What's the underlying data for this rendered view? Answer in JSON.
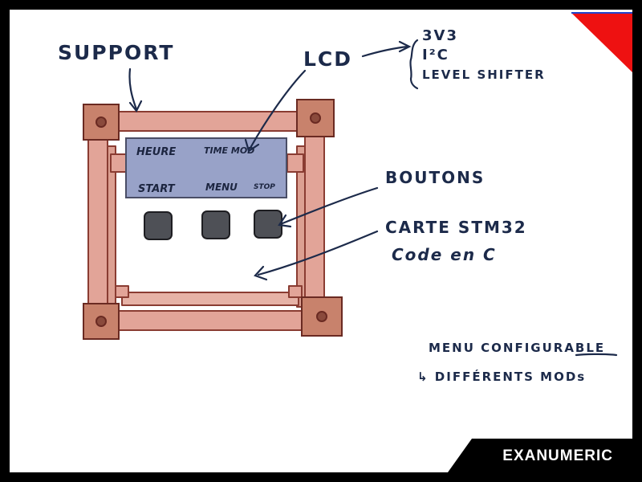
{
  "labels": {
    "support": "SUPPORT",
    "lcd": "LCD",
    "lcd_spec_1": "3V3",
    "lcd_spec_2": "I²C",
    "lcd_spec_3": "LEVEL SHIFTER",
    "boutons": "BOUTONS",
    "carte_line1": "CARTE STM32",
    "carte_line2": "Code en C",
    "menu_line1": "MENU CONFIGURABLE",
    "menu_line2": "↳ DIFFÉRENTS MODs"
  },
  "lcd_screen": {
    "top_left": "HEURE",
    "top_right": "TIME MOD",
    "bottom_left": "START",
    "bottom_mid": "MENU",
    "bottom_right": "STOP"
  },
  "brand": {
    "name": "EXANUMERIC"
  },
  "colors": {
    "wood": "#e2a498",
    "wood_outline": "#8a3c32",
    "corner": "#c8826c",
    "lcd": "#98a2c8",
    "button": "#4e5056",
    "ink": "#1c2a4a",
    "accent_red": "#ee1111"
  }
}
